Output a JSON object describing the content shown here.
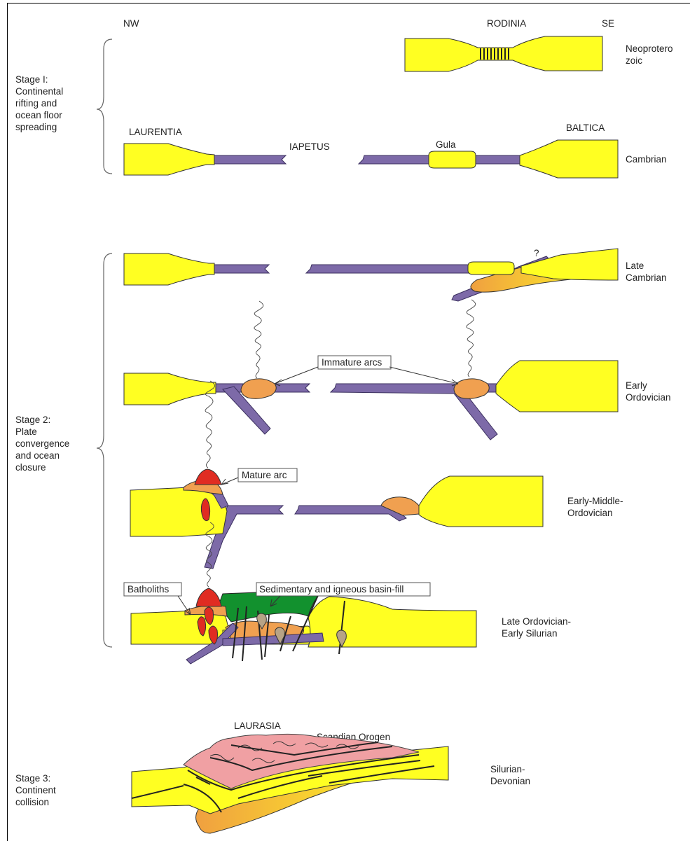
{
  "directions": {
    "nw": "NW",
    "se": "SE"
  },
  "supercontinent": "RODINIA",
  "stage_labels": {
    "stage1": [
      "Stage I:",
      "Continental",
      "rifting and",
      "ocean floor",
      "spreading"
    ],
    "stage2": [
      "Stage 2:",
      "Plate",
      "convergence",
      "and ocean",
      "closure"
    ],
    "stage3": [
      "Stage 3:",
      "Continent",
      "collision"
    ]
  },
  "time_labels": {
    "neoproterozoic": [
      "Neoprotero",
      "zoic"
    ],
    "cambrian": [
      "Cambrian"
    ],
    "late_cambrian": [
      "Late",
      "Cambrian"
    ],
    "early_ordovician": [
      "Early",
      "Ordovician"
    ],
    "early_middle_ordovician": [
      "Early-Middle-",
      "Ordovician"
    ],
    "late_ordovician_early_silurian": [
      "Late Ordovician-",
      "Early Silurian"
    ],
    "silurian_devonian": [
      "Silurian-",
      "Devonian"
    ]
  },
  "feature_labels": {
    "laurentia": "LAURENTIA",
    "baltica": "BALTICA",
    "iapetus": "IAPETUS",
    "gula": "Gula",
    "question": "?",
    "laurasia": "LAURASIA",
    "scandian_orogen": "Scandian Orogen"
  },
  "callouts": {
    "immature_arcs": "Immature arcs",
    "mature_arc": "Mature arc",
    "batholiths": "Batholiths",
    "basin_fill": "Sedimentary and igneous basin-fill"
  },
  "colors": {
    "continent": "#ffff22",
    "oceanic_crust": "#7d6aa8",
    "arc": "#f0a050",
    "magma": "#e02c22",
    "basin_fill": "#12912e",
    "pluton": "#b7a386",
    "orogen": "#f0a0a3"
  }
}
